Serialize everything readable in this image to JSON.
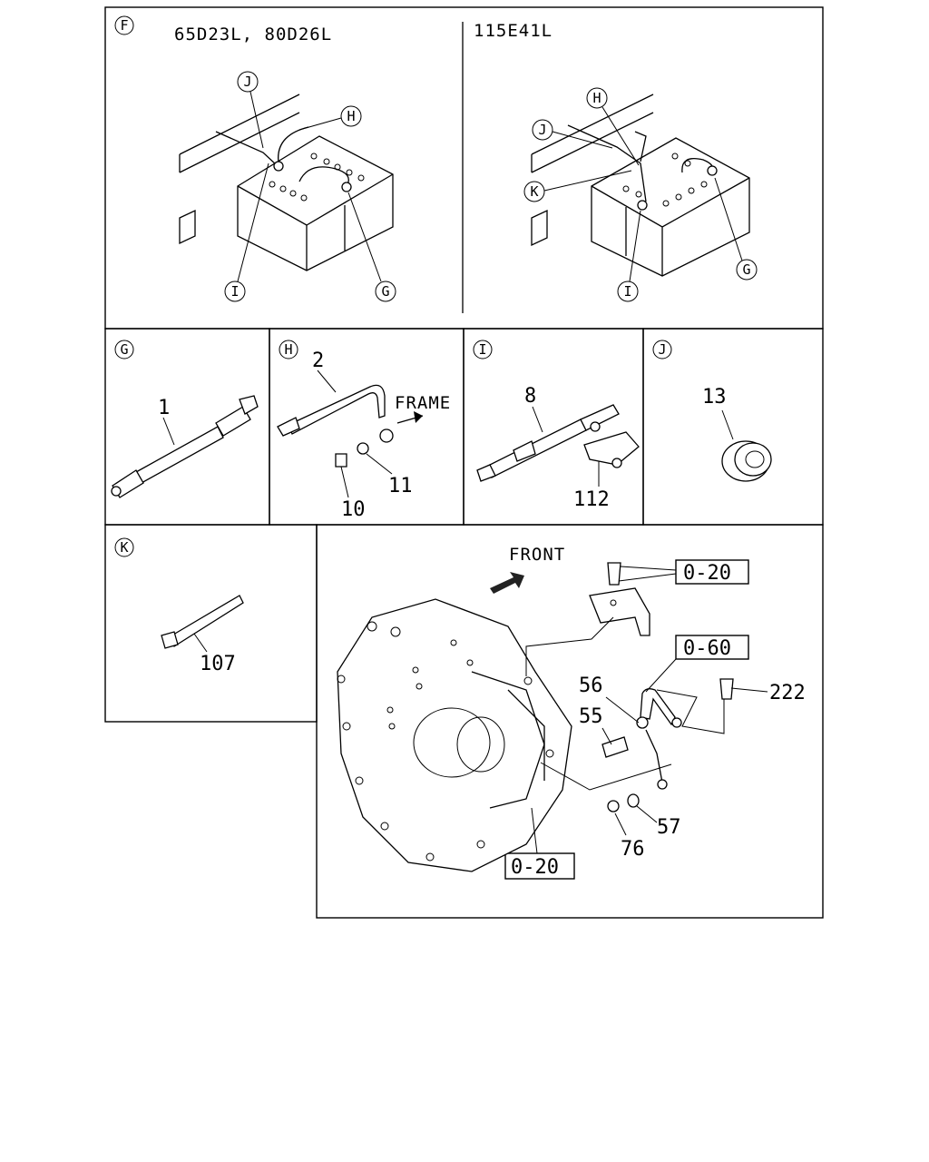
{
  "panel_f": {
    "callout": "F",
    "left_title": "65D23L, 80D26L",
    "right_title": "115E41L",
    "left_callouts": [
      "J",
      "H",
      "I",
      "G"
    ],
    "right_callouts": [
      "H",
      "J",
      "K",
      "I",
      "G"
    ]
  },
  "panel_g": {
    "callout": "G",
    "parts": [
      "1"
    ]
  },
  "panel_h": {
    "callout": "H",
    "parts": [
      "2",
      "11",
      "10"
    ],
    "frame_label": "FRAME"
  },
  "panel_i": {
    "callout": "I",
    "parts": [
      "8",
      "112"
    ]
  },
  "panel_j": {
    "callout": "J",
    "parts": [
      "13"
    ]
  },
  "panel_k": {
    "callout": "K",
    "parts": [
      "107"
    ]
  },
  "main": {
    "front_label": "FRONT",
    "ref_boxes": [
      "0-20",
      "0-60",
      "0-20"
    ],
    "parts": [
      "56",
      "55",
      "222",
      "57",
      "76"
    ]
  }
}
